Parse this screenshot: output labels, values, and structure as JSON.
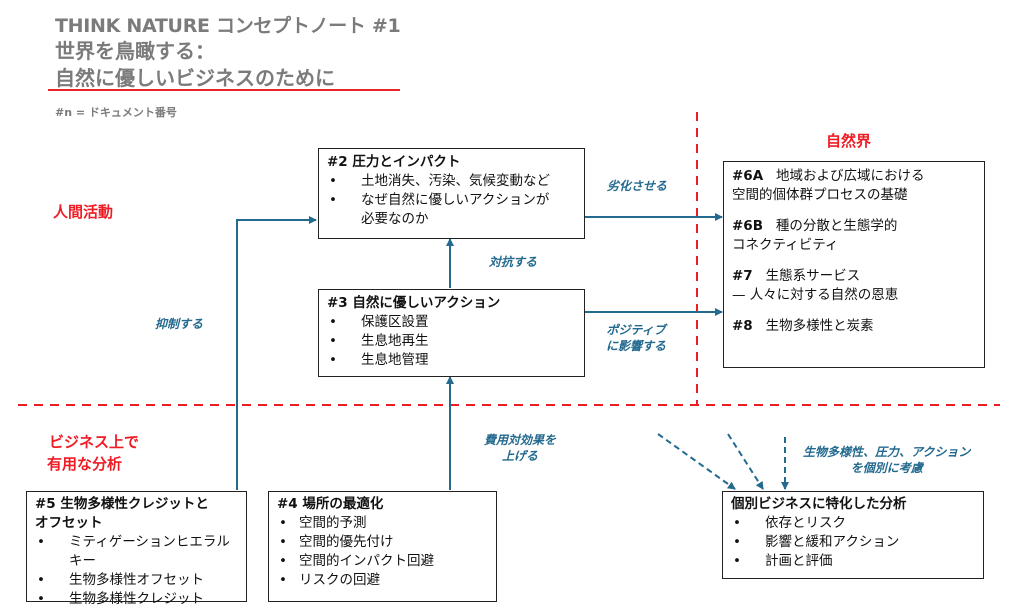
{
  "header": {
    "title_line1": "THINK NATURE コンセプトノート #1",
    "title_line2": "世界を鳥瞰する：",
    "title_line3": "自然に優しいビジネスのために",
    "legend_note": "#n = ドキュメント番号"
  },
  "regions": {
    "human_activity": "人間活動",
    "natural_world": "自然界",
    "business_line1": "ビジネス上で",
    "business_line2": "有用な分析"
  },
  "boxes": {
    "pressures": {
      "title": "#2 圧力とインパクト",
      "items": [
        "土地消失、汚染、気候変動など",
        "なぜ自然に優しいアクションが必要なのか"
      ]
    },
    "actions": {
      "title": "#3 自然に優しいアクション",
      "items": [
        "保護区設置",
        "生息地再生",
        "生息地管理"
      ]
    },
    "nature": {
      "items": [
        {
          "id": "#6A",
          "text_line1": "地域および広域における",
          "text_line2": "空間的個体群プロセスの基礎"
        },
        {
          "id": "#6B",
          "text_line1": "種の分散と生態学的",
          "text_line2": "コネクティビティ"
        },
        {
          "id": "#7",
          "text_line1": "生態系サービス",
          "text_line2": "— 人々に対する自然の恩恵"
        },
        {
          "id": "#8",
          "text_line1": "生物多様性と炭素",
          "text_line2": ""
        }
      ]
    },
    "credits": {
      "title_line1": "#5 生物多様性クレジットと",
      "title_line2": "オフセット",
      "items": [
        "ミティゲーションヒエラルキー",
        "生物多様性オフセット",
        "生物多様性クレジット"
      ]
    },
    "site": {
      "title": "#4 場所の最適化",
      "items": [
        "空間的予測",
        "空間的優先付け",
        "空間的インパクト回避",
        "リスクの回避"
      ]
    },
    "business": {
      "title": "個別ビジネスに特化した分析",
      "items": [
        "依存とリスク",
        "影響と緩和アクション",
        "計画と評価"
      ]
    }
  },
  "edge_labels": {
    "degrade": "劣化させる",
    "counter": "対抗する",
    "suppress": "抑制する",
    "positive_line1": "ポジティブ",
    "positive_line2": "に影響する",
    "cost_line1": "費用対効果を",
    "cost_line2": "上げる",
    "individual_line1": "生物多様性、圧力、アクション",
    "individual_line2": "を個別に考慮"
  },
  "colors": {
    "region_red": "#ee1c25",
    "arrow_blue": "#246a8f",
    "title_gray": "#7b7b7b"
  }
}
